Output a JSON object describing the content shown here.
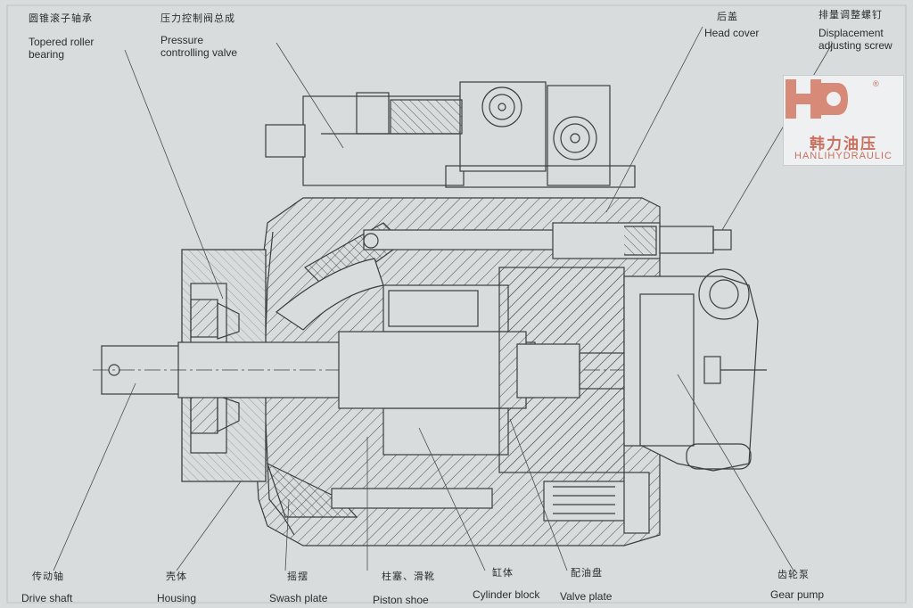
{
  "labels": {
    "tapered_roller_bearing": {
      "cn": "圆锥滚子轴承",
      "en1": "Topered roller",
      "en2": "bearing"
    },
    "pressure_valve": {
      "cn": "压力控制阀总成",
      "en1": "Pressure",
      "en2": "controlling valve"
    },
    "head_cover": {
      "cn": "后盖",
      "en1": "Head cover"
    },
    "displacement_screw": {
      "cn": "排量调整螺钉",
      "en1": "Displacement",
      "en2": "adjusting screw"
    },
    "drive_shaft": {
      "cn": "传动轴",
      "en1": "Drive shaft"
    },
    "housing": {
      "cn": "壳体",
      "en1": "Housing"
    },
    "swash_plate": {
      "cn": "摇摆",
      "en1": "Swash plate"
    },
    "piston_shoe": {
      "cn": "柱塞、滑靴",
      "en1": "Piston shoe"
    },
    "cylinder_block": {
      "cn": "缸体",
      "en1": "Cylinder block"
    },
    "valve_plate": {
      "cn": "配油盘",
      "en1": "Valve plate"
    },
    "gear_pump": {
      "cn": "齿轮泵",
      "en1": "Gear pump"
    }
  },
  "logo": {
    "cn": "韩力油压",
    "en": "HANLIHYDRAULIC",
    "registered": "®"
  },
  "colors": {
    "background": "#d9dcdd",
    "line": "#3a3d40",
    "logo": "#c87060"
  }
}
